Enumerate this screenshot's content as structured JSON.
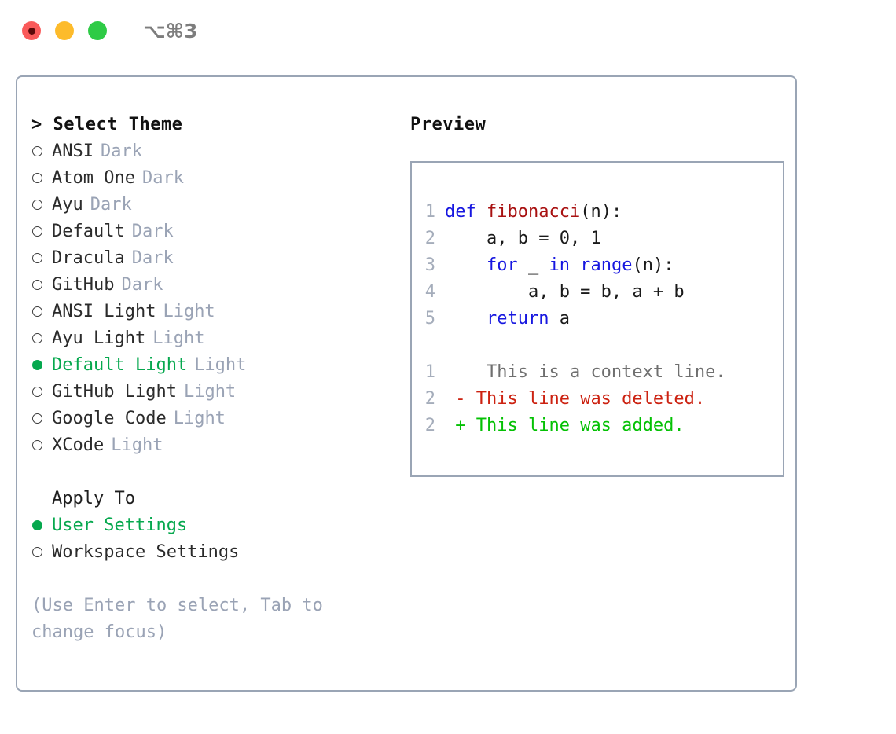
{
  "window": {
    "title": "⌥⌘3",
    "lights": [
      {
        "name": "close",
        "color": "#fa5a5a"
      },
      {
        "name": "minimize",
        "color": "#fdbb2b"
      },
      {
        "name": "zoom",
        "color": "#2ecb46"
      }
    ]
  },
  "theme_picker": {
    "heading": "> Select Theme",
    "items": [
      {
        "marker": "○",
        "name": "ANSI",
        "category": "Dark",
        "selected": false
      },
      {
        "marker": "○",
        "name": "Atom One",
        "category": "Dark",
        "selected": false
      },
      {
        "marker": "○",
        "name": "Ayu",
        "category": "Dark",
        "selected": false
      },
      {
        "marker": "○",
        "name": "Default",
        "category": "Dark",
        "selected": false
      },
      {
        "marker": "○",
        "name": "Dracula",
        "category": "Dark",
        "selected": false
      },
      {
        "marker": "○",
        "name": "GitHub",
        "category": "Dark",
        "selected": false
      },
      {
        "marker": "○",
        "name": "ANSI Light",
        "category": "Light",
        "selected": false
      },
      {
        "marker": "○",
        "name": "Ayu Light",
        "category": "Light",
        "selected": false
      },
      {
        "marker": "●",
        "name": "Default Light",
        "category": "Light",
        "selected": true
      },
      {
        "marker": "○",
        "name": "GitHub Light",
        "category": "Light",
        "selected": false
      },
      {
        "marker": "○",
        "name": "Google Code",
        "category": "Light",
        "selected": false
      },
      {
        "marker": "○",
        "name": "XCode",
        "category": "Light",
        "selected": false
      }
    ]
  },
  "apply_to": {
    "label": "Apply To",
    "options": [
      {
        "marker": "●",
        "name": "User Settings",
        "selected": true
      },
      {
        "marker": "○",
        "name": "Workspace Settings",
        "selected": false
      }
    ]
  },
  "hint": "(Use Enter to select, Tab to change focus)",
  "preview": {
    "title": "Preview",
    "code_lines": [
      {
        "num": "1",
        "tokens": [
          {
            "t": "def ",
            "k": "kw"
          },
          {
            "t": "fibonacci",
            "k": "fn"
          },
          {
            "t": "(n):",
            "k": "code-body"
          }
        ]
      },
      {
        "num": "2",
        "tokens": [
          {
            "t": "    a, b = 0, 1",
            "k": "code-body"
          }
        ]
      },
      {
        "num": "3",
        "tokens": [
          {
            "t": "    ",
            "k": "code-body"
          },
          {
            "t": "for",
            "k": "kw"
          },
          {
            "t": " _ ",
            "k": "code-body"
          },
          {
            "t": "in ",
            "k": "kw"
          },
          {
            "t": "range",
            "k": "kw"
          },
          {
            "t": "(n):",
            "k": "code-body"
          }
        ]
      },
      {
        "num": "4",
        "tokens": [
          {
            "t": "        a, b = b, a + b",
            "k": "code-body"
          }
        ]
      },
      {
        "num": "5",
        "tokens": [
          {
            "t": "    ",
            "k": "code-body"
          },
          {
            "t": "return",
            "k": "kw"
          },
          {
            "t": " a",
            "k": "code-body"
          }
        ]
      }
    ],
    "diff_lines": [
      {
        "num": "1",
        "sign": " ",
        "text": "  This is a context line.",
        "kind": "diff-ctx"
      },
      {
        "num": "2",
        "sign": "-",
        "text": " This line was deleted.",
        "kind": "diff-del"
      },
      {
        "num": "2",
        "sign": "+",
        "text": " This line was added.",
        "kind": "diff-add"
      }
    ]
  },
  "colors": {
    "selection_green": "#06a84e",
    "muted": "#9aa3b5",
    "border": "#9aa5b5",
    "keyword_blue": "#1717e0",
    "function_red": "#a81111",
    "diff_deleted": "#cc2211",
    "diff_added": "#04c104"
  }
}
